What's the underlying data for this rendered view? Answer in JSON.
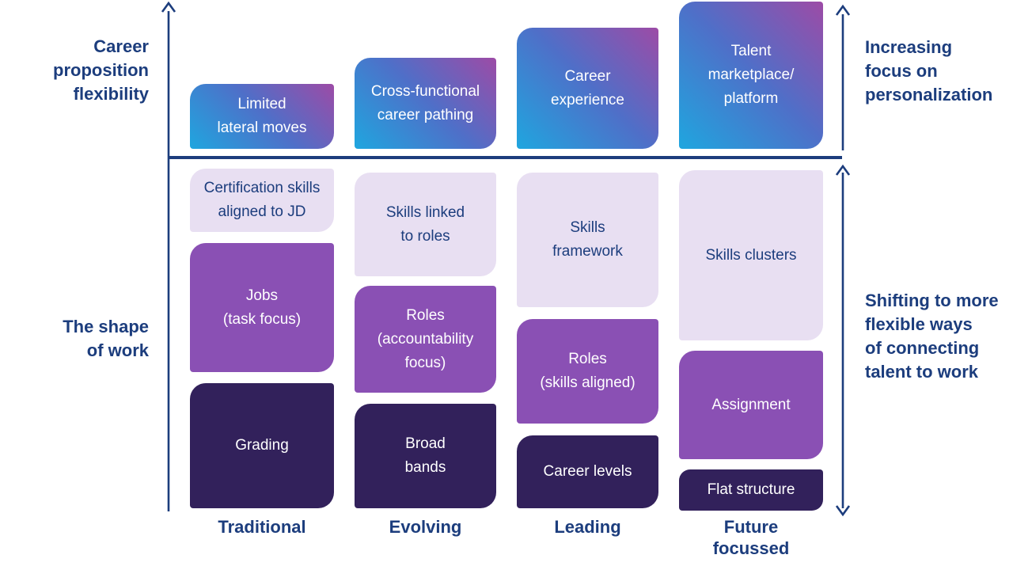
{
  "diagram": {
    "left_labels": {
      "top": "Career\nproposition\nflexibility",
      "bottom": "The shape\nof work"
    },
    "right_labels": {
      "top": "Increasing\nfocus on\npersonalization",
      "bottom": "Shifting to more\nflexible ways\nof connecting\ntalent to work"
    },
    "column_labels": {
      "col1": "Traditional",
      "col2": "Evolving",
      "col3": "Leading",
      "col4": "Future\nfocussed"
    }
  },
  "boxes": {
    "limited_lateral_moves": "Limited\nlateral moves",
    "cross_functional_career_pathing": "Cross-functional\ncareer pathing",
    "career_experience": "Career\nexperience",
    "talent_marketplace_platform": "Talent\nmarketplace/\nplatform",
    "certification_skills": "Certification skills\naligned to JD",
    "jobs_task_focus": "Jobs\n(task focus)",
    "grading": "Grading",
    "skills_linked_to_roles": "Skills linked\nto roles",
    "roles_accountability_focus": "Roles\n(accountability\nfocus)",
    "broad_bands": "Broad\nbands",
    "skills_framework": "Skills\nframework",
    "roles_skills_aligned": "Roles\n(skills aligned)",
    "career_levels": "Career levels",
    "skills_clusters": "Skills clusters",
    "assignment": "Assignment",
    "flat_structure": "Flat structure"
  },
  "colors": {
    "navy": "#1c3d7d",
    "gradient_cyan": "#1fa6df",
    "gradient_blue": "#4f6fc8",
    "gradient_magenta": "#9d4ba6",
    "purple": "#8a50b4",
    "dark_purple": "#32215b",
    "lavender": "#e8dff2",
    "box_text_light": "#ffffff"
  }
}
